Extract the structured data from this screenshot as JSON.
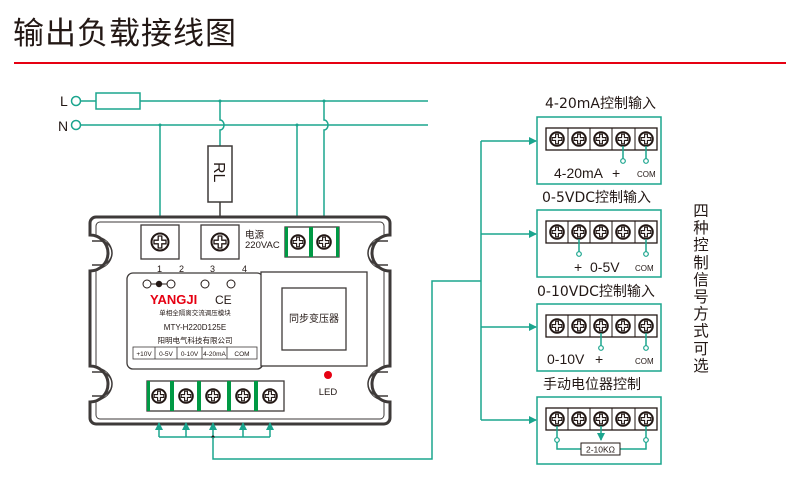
{
  "header": {
    "title": "输出负载接线图",
    "accent_color": "#e60012"
  },
  "colors": {
    "wire": "#1ba58e",
    "terminal_green": "#009944",
    "outline": "#3e3a39",
    "led": "#e60012",
    "logo": "#e60012"
  },
  "power": {
    "line_label": "L",
    "neutral_label": "N",
    "fuse": "fuse",
    "load_label": "RL"
  },
  "module": {
    "power_label_1": "电源",
    "power_label_2": "220VAC",
    "terminal_numbers": [
      "1",
      "2",
      "3",
      "4"
    ],
    "brand": "YANGJI",
    "ce_mark": "CE",
    "subtitle": "单相全隔离交流调压模块",
    "model": "MTY-H220D125E",
    "company": "阳明电气科技有限公司",
    "signal_terminals": [
      "+10V",
      "0-5V",
      "0-10V",
      "4-20mA",
      "COM"
    ],
    "transformer_label": "同步变压器",
    "led_label": "LED"
  },
  "control_modes": [
    {
      "title": "4-20mA控制输入",
      "left_label": "4-20mA",
      "plus_label": "+",
      "com_label": "COM"
    },
    {
      "title": "0-5VDC控制输入",
      "left_label": "+",
      "plus_label": "0-5V",
      "com_label": "COM"
    },
    {
      "title": "0-10VDC控制输入",
      "left_label": "0-10V",
      "plus_label": "+",
      "com_label": "COM"
    },
    {
      "title": "手动电位器控制",
      "pot_label": "2-10KΩ"
    }
  ],
  "side_note": [
    "四",
    "种",
    "控",
    "制",
    "信",
    "号",
    "方",
    "式",
    "可",
    "选"
  ]
}
